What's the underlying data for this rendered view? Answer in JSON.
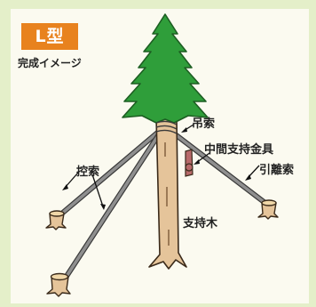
{
  "badge": {
    "text": "L型",
    "color": "#e8821e"
  },
  "subtitle": "完成イメージ",
  "labels": {
    "hanging_rope": "吊索",
    "middle_support": "中間支持金具",
    "pull_rope": "引離索",
    "control_rope": "控索",
    "support_tree": "支持木"
  },
  "colors": {
    "background_frame": "#e4efc9",
    "panel": "#fbfaf0",
    "foliage": "#2f9e3a",
    "trunk": "#e5c49a",
    "rope": "#8f8f8f",
    "bracket": "#b86a6a"
  }
}
